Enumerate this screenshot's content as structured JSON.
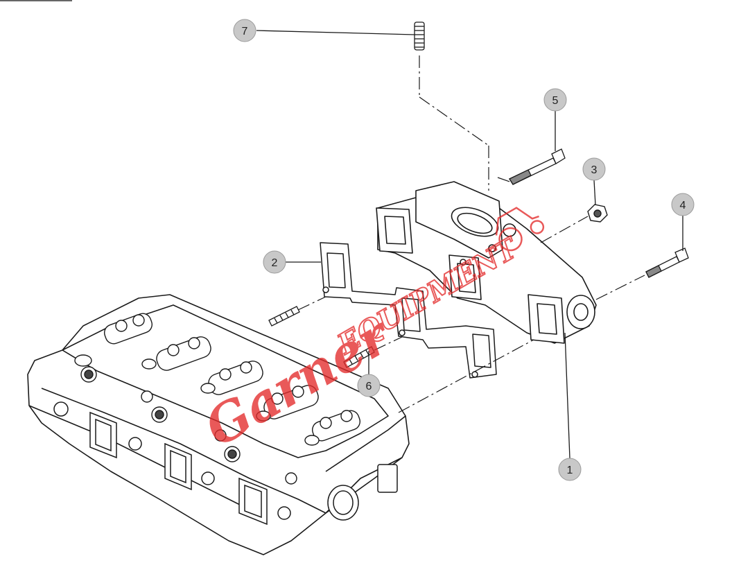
{
  "callouts": [
    {
      "id": "1",
      "label": "1"
    },
    {
      "id": "2",
      "label": "2"
    },
    {
      "id": "3",
      "label": "3"
    },
    {
      "id": "4",
      "label": "4"
    },
    {
      "id": "5",
      "label": "5"
    },
    {
      "id": "6",
      "label": "6"
    },
    {
      "id": "7",
      "label": "7"
    }
  ],
  "watermark": {
    "text_script": "Garner",
    "text_block": "EQUIPMENT",
    "color": "#e32b2b"
  },
  "colors": {
    "line": "#1a1a1a",
    "callout_fill": "#c8c8c8",
    "callout_stroke": "#9a9a9a"
  }
}
